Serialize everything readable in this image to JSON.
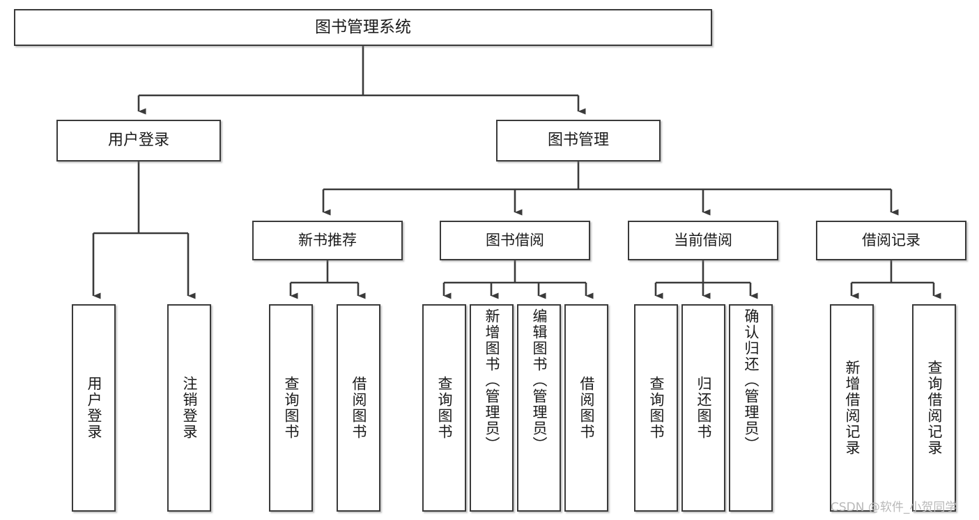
{
  "diagram": {
    "type": "tree",
    "title": "图书管理系统",
    "root": {
      "label": "图书管理系统"
    },
    "level2": [
      {
        "label": "用户登录"
      },
      {
        "label": "图书管理"
      }
    ],
    "level3": [
      {
        "label": "新书推荐"
      },
      {
        "label": "图书借阅"
      },
      {
        "label": "当前借阅"
      },
      {
        "label": "借阅记录"
      }
    ],
    "leaves": {
      "user_login": [
        {
          "label": "用户登录"
        },
        {
          "label": "注销登录"
        }
      ],
      "new_book_recommend": [
        {
          "label": "查询图书"
        },
        {
          "label": "借阅图书"
        }
      ],
      "book_borrow": [
        {
          "label": "查询图书"
        },
        {
          "label": "新增图书（管理员）"
        },
        {
          "label": "编辑图书（管理员）"
        },
        {
          "label": "借阅图书"
        }
      ],
      "current_borrow": [
        {
          "label": "查询图书"
        },
        {
          "label": "归还图书"
        },
        {
          "label": "确认归还（管理员）"
        }
      ],
      "borrow_record": [
        {
          "label": "新增借阅记录"
        },
        {
          "label": "查询借阅记录"
        }
      ]
    }
  },
  "watermark": {
    "text": "CSDN @软件_小贺同学"
  },
  "colors": {
    "background": "#ffffff",
    "border": "#3a3a3a",
    "text": "#1a1a1a",
    "watermark": "#b9b9b9"
  }
}
